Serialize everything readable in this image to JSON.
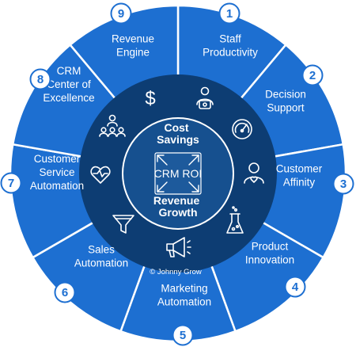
{
  "colors": {
    "segment": "#1d6fd1",
    "segment_edge": "#ffffff",
    "inner_ring": "#0d3d73",
    "hub": "#16508f",
    "number_badge_fill": "#ffffff",
    "number_badge_text": "#1d6fd1"
  },
  "hub": {
    "top_label_line1": "Cost",
    "top_label_line2": "Savings",
    "center_label": "CRM ROI",
    "bottom_label_line1": "Revenue",
    "bottom_label_line2": "Growth",
    "copyright": "© Johnny Grow"
  },
  "segments": [
    {
      "number": "1",
      "lines": [
        "Staff",
        "Productivity"
      ],
      "icon": "person-badge-icon"
    },
    {
      "number": "2",
      "lines": [
        "Decision",
        "Support"
      ],
      "icon": "gauge-icon"
    },
    {
      "number": "3",
      "lines": [
        "Customer",
        "Affinity"
      ],
      "icon": "person-heart-icon"
    },
    {
      "number": "4",
      "lines": [
        "Product",
        "Innovation"
      ],
      "icon": "flask-icon"
    },
    {
      "number": "5",
      "lines": [
        "Marketing",
        "Automation"
      ],
      "icon": "megaphone-icon"
    },
    {
      "number": "6",
      "lines": [
        "Sales",
        "Automation"
      ],
      "icon": "funnel-icon"
    },
    {
      "number": "7",
      "lines": [
        "Customer",
        "Service",
        "Automation"
      ],
      "icon": "heart-icon"
    },
    {
      "number": "8",
      "lines": [
        "CRM",
        "Center of",
        "Excellence"
      ],
      "icon": "team-icon"
    },
    {
      "number": "9",
      "lines": [
        "Revenue",
        "Engine"
      ],
      "icon": "dollar-icon"
    }
  ]
}
